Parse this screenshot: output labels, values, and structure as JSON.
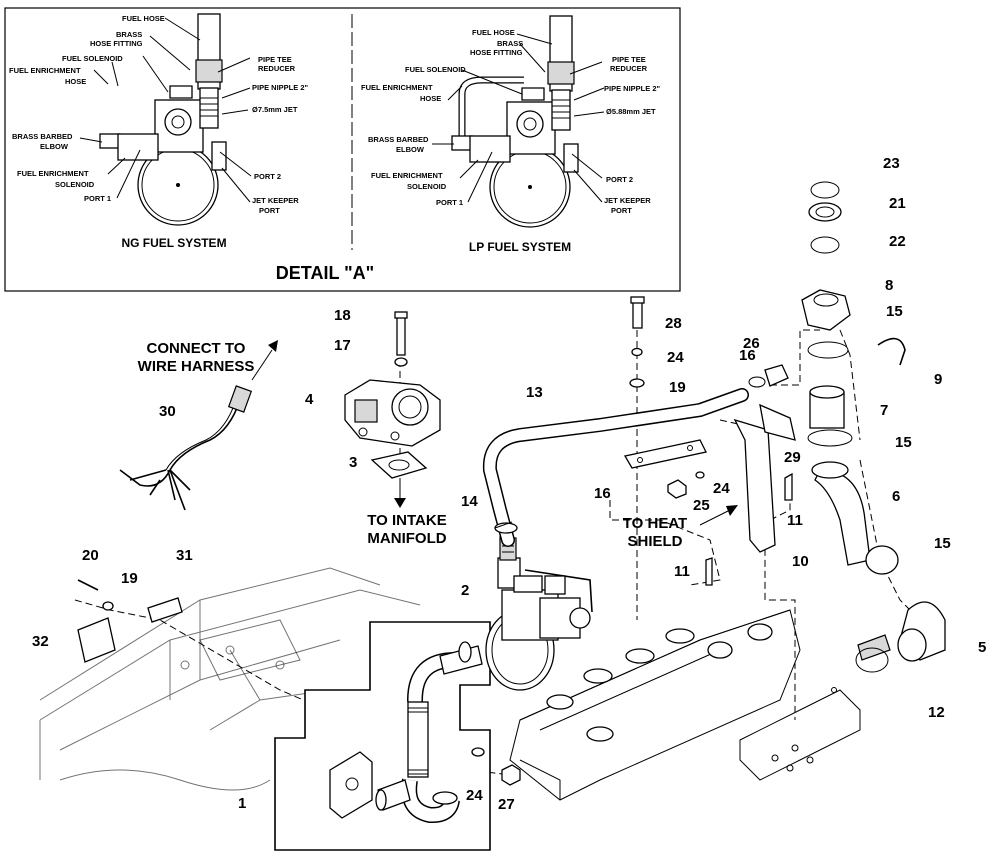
{
  "detail": {
    "title": "DETAIL \"A\"",
    "ng": {
      "title": "NG FUEL SYSTEM",
      "labels": {
        "fuel_hose": "FUEL HOSE",
        "brass": "BRASS",
        "hose_fitting": "HOSE FITTING",
        "fuel_solenoid": "FUEL SOLENOID",
        "fuel_enrichment": "FUEL ENRICHMENT",
        "hose": "HOSE",
        "brass_barbed": "BRASS BARBED",
        "elbow": "ELBOW",
        "fuel_enrichment2": "FUEL ENRICHMENT",
        "solenoid": "SOLENOID",
        "port1": "PORT 1",
        "pipe_tee": "PIPE TEE",
        "reducer": "REDUCER",
        "pipe_nipple": "PIPE NIPPLE 2\"",
        "jet": "Ø7.5mm JET",
        "port2": "PORT 2",
        "jet_keeper": "JET KEEPER",
        "port": "PORT"
      }
    },
    "lp": {
      "title": "LP FUEL SYSTEM",
      "labels": {
        "fuel_hose": "FUEL HOSE",
        "brass": "BRASS",
        "hose_fitting": "HOSE FITTING",
        "fuel_solenoid": "FUEL SOLENOID",
        "fuel_enrichment": "FUEL ENRICHMENT",
        "hose": "HOSE",
        "brass_barbed": "BRASS BARBED",
        "elbow": "ELBOW",
        "fuel_enrichment2": "FUEL ENRICHMENT",
        "solenoid": "SOLENOID",
        "port1": "PORT 1",
        "pipe_tee": "PIPE TEE",
        "reducer": "REDUCER",
        "pipe_nipple": "PIPE NIPPLE 2\"",
        "jet": "Ø5.88mm JET",
        "port2": "PORT 2",
        "jet_keeper": "JET KEEPER",
        "port": "PORT"
      }
    }
  },
  "callouts": {
    "connect_line1": "CONNECT TO",
    "connect_line2": "WIRE HARNESS",
    "intake_line1": "TO INTAKE",
    "intake_line2": "MANIFOLD",
    "heat_line1": "TO HEAT",
    "heat_line2": "SHIELD"
  },
  "part_numbers": {
    "p1": "1",
    "p2": "2",
    "p3": "3",
    "p4": "4",
    "p5": "5",
    "p6": "6",
    "p7": "7",
    "p8": "8",
    "p9": "9",
    "p10": "10",
    "p11a": "11",
    "p11b": "11",
    "p12": "12",
    "p13": "13",
    "p14": "14",
    "p15a": "15",
    "p15b": "15",
    "p15c": "15",
    "p16a": "16",
    "p16b": "16",
    "p17": "17",
    "p18": "18",
    "p19a": "19",
    "p19b": "19",
    "p20": "20",
    "p21": "21",
    "p22": "22",
    "p23": "23",
    "p24a": "24",
    "p24b": "24",
    "p24c": "24",
    "p25": "25",
    "p26": "26",
    "p27": "27",
    "p28": "28",
    "p29": "29",
    "p30": "30",
    "p31": "31",
    "p32": "32"
  }
}
